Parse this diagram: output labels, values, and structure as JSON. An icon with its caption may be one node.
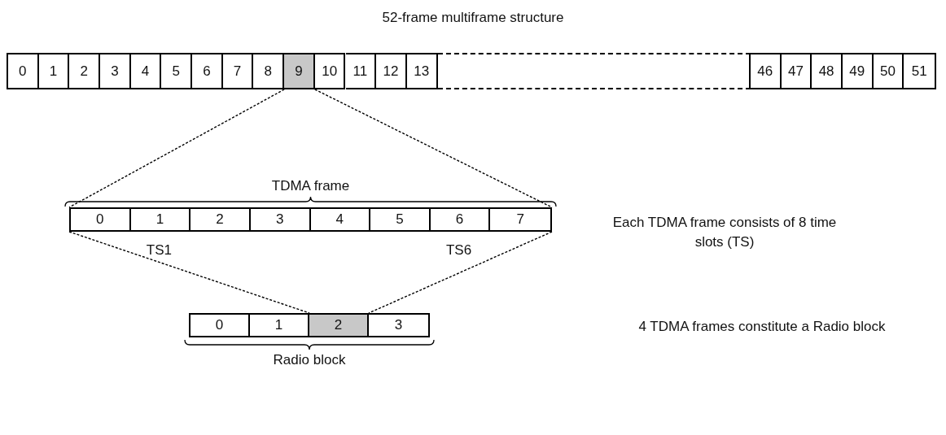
{
  "diagram": {
    "title": "52-frame multiframe structure",
    "nodes": [
      {
        "text": [],
        "shape": "bar"
      },
      {
        "text": [
          "0"
        ],
        "in": 0
      },
      {
        "text": [
          "1"
        ],
        "in": 0
      },
      {
        "text": [
          "2"
        ],
        "in": 0
      },
      {
        "text": [
          "3"
        ],
        "in": 0
      },
      {
        "text": [
          "4"
        ],
        "in": 0
      },
      {
        "text": [
          "5"
        ],
        "in": 0
      },
      {
        "text": [
          "6"
        ],
        "in": 0
      },
      {
        "text": [
          "7"
        ],
        "in": 0
      },
      {
        "text": [
          "8"
        ],
        "in": 0
      },
      {
        "text": [
          "9"
        ],
        "in": 0
      },
      {
        "text": [
          "10"
        ],
        "in": 0
      },
      {
        "text": [
          "11"
        ],
        "in": 0
      },
      {
        "text": [
          "12"
        ],
        "in": 0
      },
      {
        "text": [
          "13"
        ],
        "in": 0
      },
      {
        "text": [],
        "shape": "box",
        "in": 0
      },
      {
        "text": [
          "46"
        ],
        "in": 0
      },
      {
        "text": [
          "47"
        ],
        "in": 0
      },
      {
        "text": [
          "48"
        ],
        "in": 0
      },
      {
        "text": [
          "49"
        ],
        "in": 0
      },
      {
        "text": [
          "50"
        ],
        "in": 0
      },
      {
        "text": [
          "51"
        ],
        "in": 0
      },
      {
        "text": [
          "TDMA frame"
        ]
      },
      {
        "text": [
          "0"
        ],
        "in": 22
      },
      {
        "text": [
          "1"
        ],
        "in": 22,
        "beside": [
          "TS1"
        ]
      },
      {
        "text": [
          "2"
        ],
        "in": 22
      },
      {
        "text": [
          "3"
        ],
        "in": 22
      },
      {
        "text": [
          "4"
        ],
        "in": 22
      },
      {
        "text": [
          "5"
        ],
        "in": 22
      },
      {
        "text": [
          "6"
        ],
        "in": 22,
        "beside": [
          "TS6"
        ]
      },
      {
        "text": [
          "7"
        ],
        "in": 22
      },
      {
        "text": [
          "Radio block"
        ]
      },
      {
        "text": [
          "0"
        ],
        "in": 31
      },
      {
        "text": [
          "1"
        ],
        "in": 31
      },
      {
        "text": [
          "2"
        ],
        "in": 31
      },
      {
        "text": [
          "3"
        ],
        "in": 31
      }
    ],
    "edges": [
      {
        "from": 10,
        "to": 23,
        "arrow": "none",
        "style": "dashed"
      },
      {
        "from": 10,
        "to": 30,
        "arrow": "none",
        "style": "dashed"
      },
      {
        "from": 23,
        "to": 34,
        "arrow": "none",
        "style": "dashed"
      },
      {
        "from": 30,
        "to": 34,
        "arrow": "none",
        "style": "dashed"
      }
    ],
    "labels": [
      "Each TDMA frame consists of 8 time slots (TS)",
      "4 TDMA frames constitute a Radio block"
    ]
  }
}
